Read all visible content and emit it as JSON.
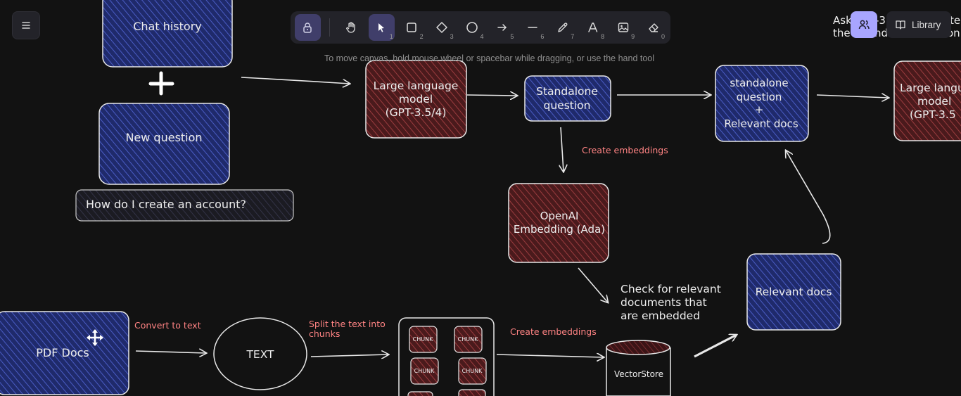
{
  "toolbar": {
    "tools": [
      {
        "name": "hand",
        "num": ""
      },
      {
        "name": "selection",
        "num": "1"
      },
      {
        "name": "rectangle",
        "num": "2"
      },
      {
        "name": "diamond",
        "num": "3"
      },
      {
        "name": "ellipse",
        "num": "4"
      },
      {
        "name": "arrow",
        "num": "5"
      },
      {
        "name": "line",
        "num": "6"
      },
      {
        "name": "draw",
        "num": "7"
      },
      {
        "name": "text",
        "num": "8"
      },
      {
        "name": "image",
        "num": "9"
      },
      {
        "name": "eraser",
        "num": "0"
      }
    ],
    "hint": "To move canvas, hold mouse wheel or spacebar while dragging, or use the hand tool"
  },
  "library": {
    "label": "Library"
  },
  "canvas": {
    "chat_history": "Chat history",
    "new_question": "New question",
    "example_question": "How do I create an account?",
    "llm_1": [
      "Large language",
      "model",
      "(GPT-3.5/4)"
    ],
    "standalone": [
      "Standalone",
      "question"
    ],
    "standalone_relevant": [
      "standalone",
      "question",
      "+",
      "Relevant docs"
    ],
    "llm_2": [
      "Large langu",
      "model",
      "(GPT-3.5"
    ],
    "top_right_note": [
      "Ask",
      "-3",
      "te",
      "the",
      "nd",
      "on"
    ],
    "create_embeddings_1": "Create embeddings",
    "openai_embedding": [
      "OpenAI",
      "Embedding (Ada)"
    ],
    "check_relevant": [
      "Check for relevant",
      "documents that",
      "are embedded"
    ],
    "relevant_docs": "Relevant docs",
    "pdf_docs": "PDF Docs",
    "convert_to_text": "Convert to text",
    "text_node": "TEXT",
    "split_text": [
      "Split the text into",
      "chunks"
    ],
    "chunk": "CHUNK",
    "create_embeddings_2": "Create embeddings",
    "vector_store": "VectorStore"
  },
  "colors": {
    "background": "#121212",
    "blue_fill": "#1f2a6b",
    "red_fill": "#5e1f22",
    "stroke": "#e8e8e8",
    "accent": "#a8a5ff",
    "note_red": "#ff8383"
  }
}
